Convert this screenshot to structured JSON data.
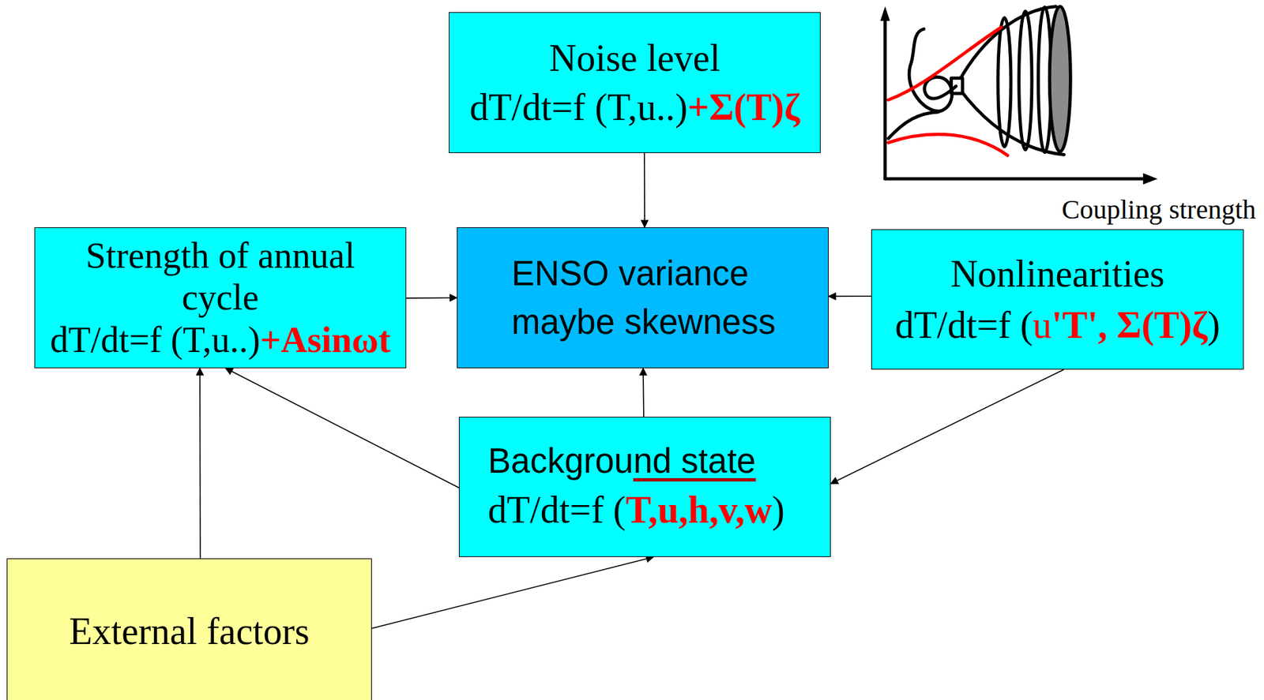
{
  "diagram": {
    "nodes": [
      {
        "text": [
          "Noise level",
          "dT/dt=f (T,u..)+Σ(T)ζ"
        ]
      },
      {
        "text": [
          "Strength of annual cycle",
          "dT/dt=f (T,u..)+Asinωt"
        ]
      },
      {
        "text": [
          "ENSO variance maybe skewness"
        ]
      },
      {
        "text": [
          "Nonlinearities",
          "dT/dt=f (u'T', Σ(T)ζ)"
        ]
      },
      {
        "text": [
          "Background state",
          "dT/dt=f (T,u,h,v,w)"
        ]
      },
      {
        "text": [
          "External factors"
        ]
      }
    ],
    "edges": [
      {
        "from": 0,
        "to": 2,
        "arrow": "to"
      },
      {
        "from": 1,
        "to": 2,
        "arrow": "to"
      },
      {
        "from": 3,
        "to": 2,
        "arrow": "to"
      },
      {
        "from": 4,
        "to": 2,
        "arrow": "to"
      },
      {
        "from": 4,
        "to": 1,
        "arrow": "to"
      },
      {
        "from": 3,
        "to": 4,
        "arrow": "to"
      },
      {
        "from": 5,
        "to": 1,
        "arrow": "to"
      },
      {
        "from": 5,
        "to": 4,
        "arrow": "to"
      }
    ],
    "labels": [
      "Coupling strength"
    ]
  }
}
